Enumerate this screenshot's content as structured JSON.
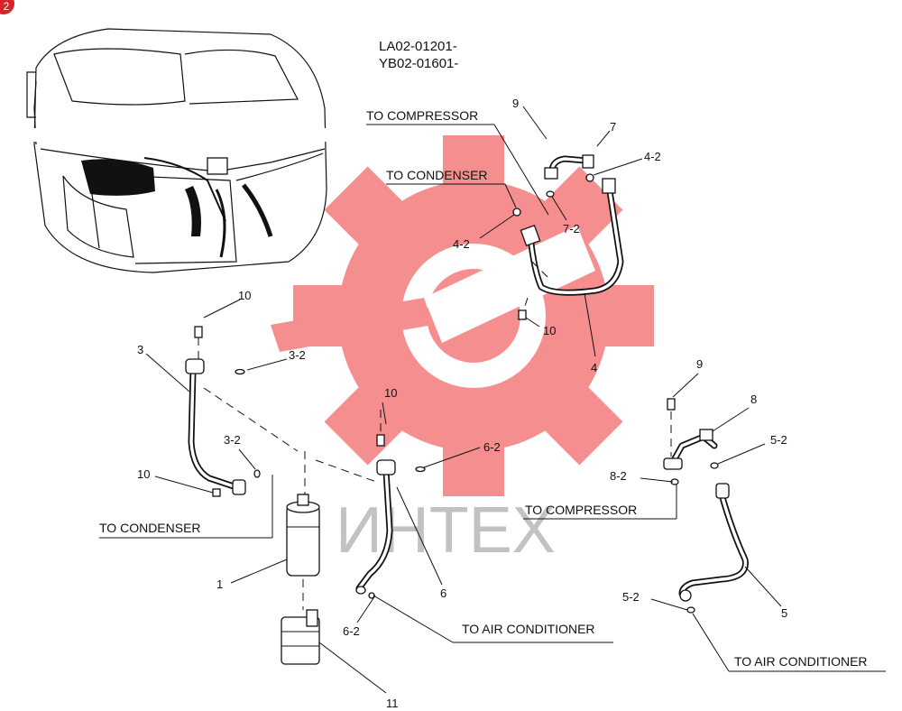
{
  "badge": {
    "text": "2",
    "color": "#d8232a"
  },
  "serials": {
    "line1": "LA02-01201-",
    "line2": "YB02-01601-"
  },
  "watermark": {
    "text": "ИНТЕХ",
    "gear_color": "#f26a6a",
    "text_color": "#b8b8b8"
  },
  "destinations": {
    "to_compressor_top": "TO COMPRESSOR",
    "to_condenser_top": "TO CONDENSER",
    "to_condenser_left": "TO CONDENSER",
    "to_compressor_right": "TO COMPRESSOR",
    "to_air_conditioner_mid": "TO AIR CONDITIONER",
    "to_air_conditioner_right": "TO AIR CONDITIONER"
  },
  "callouts": {
    "c9_top": "9",
    "c7": "7",
    "c4_2_top": "4-2",
    "c4_2_left": "4-2",
    "c7_2": "7-2",
    "c10_mid": "10",
    "c4": "4",
    "c10_left_top": "10",
    "c3": "3",
    "c3_2_top": "3-2",
    "c3_2_mid": "3-2",
    "c10_left_low": "10",
    "c10_center": "10",
    "c6_2_top": "6-2",
    "c6": "6",
    "c6_2_low": "6-2",
    "c1": "1",
    "c11": "11",
    "c9_right": "9",
    "c8": "8",
    "c5_2_top": "5-2",
    "c8_2": "8-2",
    "c5_2_low": "5-2",
    "c5": "5"
  }
}
